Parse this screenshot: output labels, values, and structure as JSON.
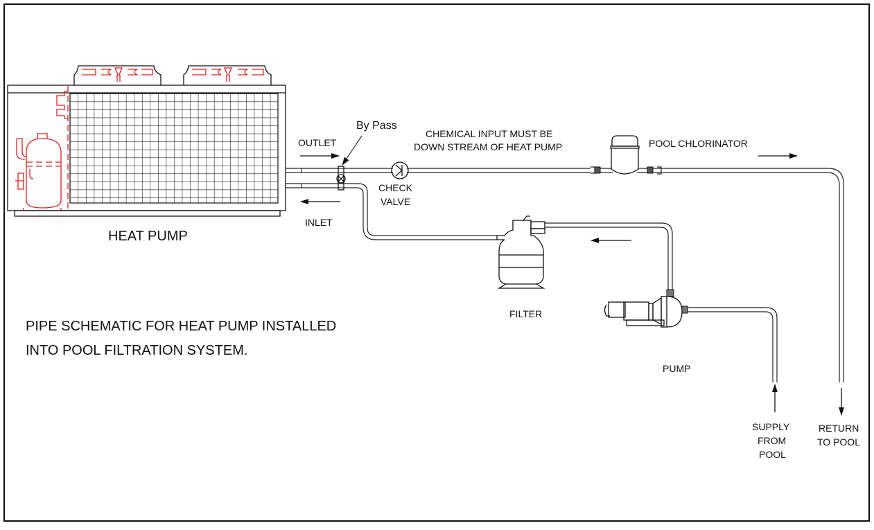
{
  "title": {
    "line1": "PIPE SCHEMATIC FOR HEAT PUMP INSTALLED",
    "line2": "INTO POOL FILTRATION SYSTEM."
  },
  "components": {
    "heat_pump": "HEAT PUMP",
    "filter": "FILTER",
    "pump": "PUMP",
    "chlorinator": "POOL CHLORINATOR",
    "check_valve": {
      "line1": "CHECK",
      "line2": "VALVE"
    },
    "bypass": "By Pass"
  },
  "flow_labels": {
    "outlet": "OUTLET",
    "inlet": "INLET",
    "supply": {
      "line1": "SUPPLY",
      "line2": "FROM",
      "line3": "POOL"
    },
    "return": {
      "line1": "RETURN",
      "line2": "TO POOL"
    }
  },
  "notes": {
    "chemical_line1": "CHEMICAL INPUT MUST BE",
    "chemical_line2": "DOWN STREAM OF HEAT PUMP"
  },
  "colors": {
    "ink": "#111111",
    "internal_parts": "#e02020"
  }
}
